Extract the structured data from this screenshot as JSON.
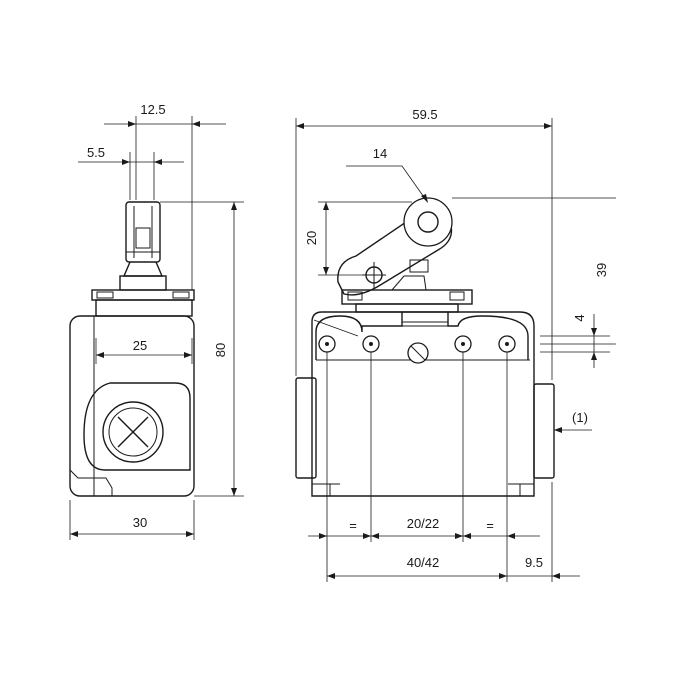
{
  "dimensions": {
    "side_top_width": "12.5",
    "side_plunger_width": "5.5",
    "side_total_height": "80",
    "side_body_width": "25",
    "side_base_width": "30",
    "front_total_width": "59.5",
    "front_lever_width": "14",
    "front_lever_height": "20",
    "front_height": "39",
    "front_hole_offset": "4",
    "front_note": "(1)",
    "front_equal_left": "=",
    "front_hole_spacing": "20/22",
    "front_equal_right": "=",
    "front_base_width": "40/42",
    "front_right_offset": "9.5"
  }
}
